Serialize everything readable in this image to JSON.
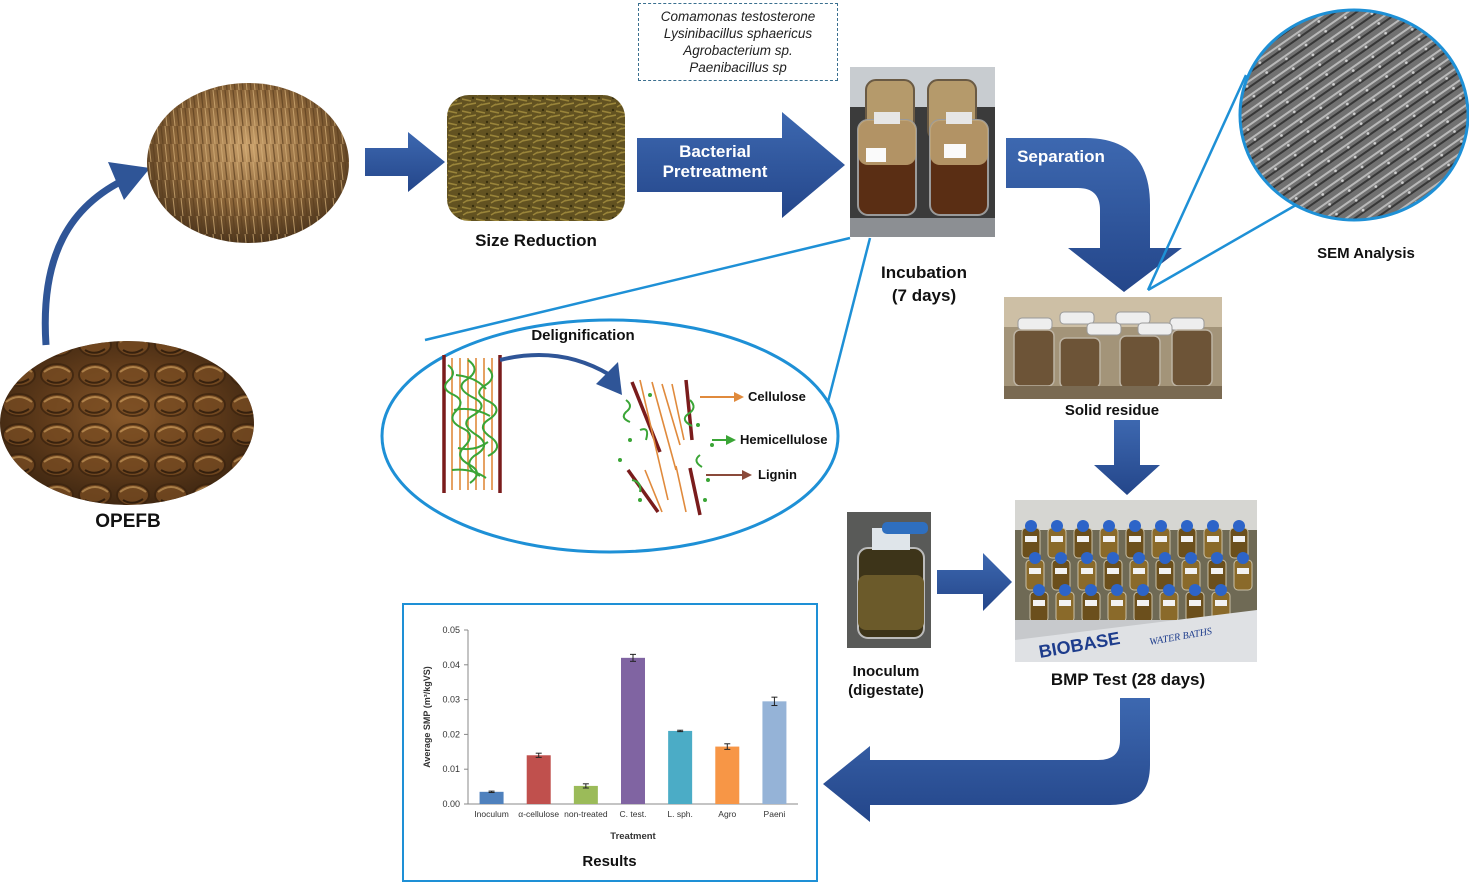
{
  "labels": {
    "opefb": "OPEFB",
    "size_reduction": "Size Reduction",
    "incubation_line1": "Incubation",
    "incubation_line2": "(7 days)",
    "sem_analysis": "SEM Analysis",
    "solid_residue": "Solid residue",
    "bmp_test": "BMP Test (28 days)",
    "inoculum_line1": "Inoculum",
    "inoculum_line2": "(digestate)",
    "results": "Results",
    "bacterial_pretreatment_line1": "Bacterial",
    "bacterial_pretreatment_line2": "Pretreatment",
    "separation": "Separation"
  },
  "bacteria": [
    "Comamonas testosterone",
    "Lysinibacillus sphaericus",
    "Agrobacterium sp.",
    "Paenibacillus sp"
  ],
  "delignification": {
    "title": "Delignification",
    "cellulose": "Cellulose",
    "hemicellulose": "Hemicellulose",
    "lignin": "Lignin"
  },
  "equipment_text": {
    "water_bath_brand": "BIOBASE",
    "water_bath_text": "WATER BATHS"
  },
  "colors": {
    "arrow_blue": "#2f5597",
    "frame_blue": "#1e90d6",
    "lignin": "#7a1c1c",
    "cellulose": "#e08a3c",
    "hemicellulose": "#3aa536"
  },
  "chart_data": {
    "type": "bar",
    "categories": [
      "Inoculum",
      "α-cellulose",
      "non-treated",
      "C. test.",
      "L. sph.",
      "Agro",
      "Paeni"
    ],
    "values": [
      0.0035,
      0.014,
      0.0052,
      0.042,
      0.021,
      0.0165,
      0.0295
    ],
    "errors": [
      0.0002,
      0.0006,
      0.0006,
      0.001,
      0.0002,
      0.0008,
      0.0012
    ],
    "colors": [
      "#4f81bd",
      "#c0504d",
      "#9bbb59",
      "#8064a2",
      "#4bacc6",
      "#f79646",
      "#95b3d7"
    ],
    "yticks": [
      "0.00",
      "0.01",
      "0.02",
      "0.03",
      "0.04",
      "0.05"
    ],
    "xlabel": "Treatment",
    "ylabel": "Average SMP (m³/kgVS)",
    "ylim": [
      0,
      0.05
    ]
  }
}
